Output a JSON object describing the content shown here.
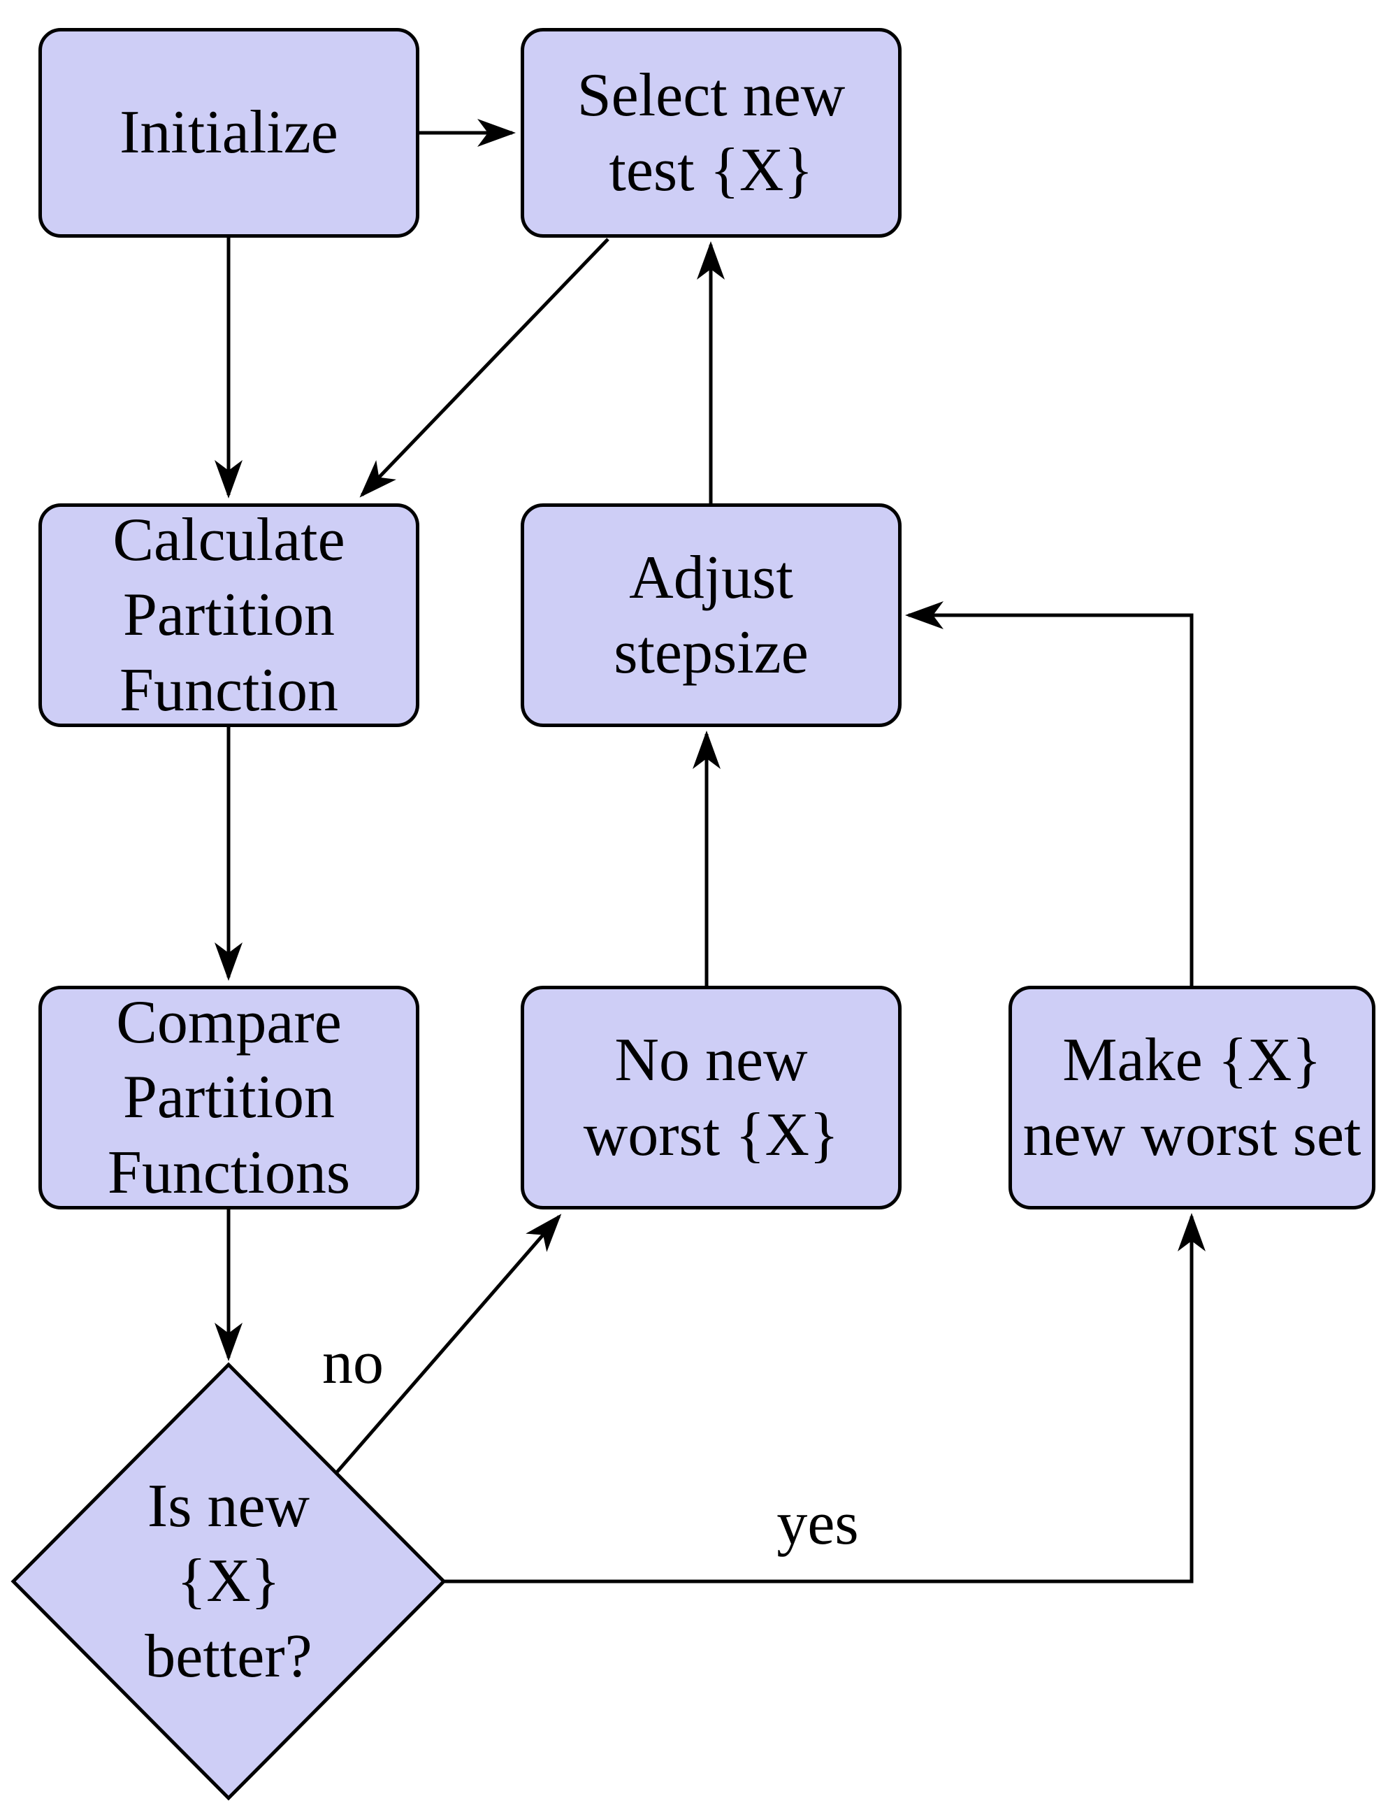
{
  "diagram": {
    "type": "flowchart",
    "colors": {
      "node_fill": "#CECEF6",
      "node_border": "#000000",
      "text": "#000000",
      "background": "#FFFFFF"
    },
    "nodes": {
      "initialize": {
        "label": "Initialize",
        "shape": "rounded-rect"
      },
      "select": {
        "label": "Select new\ntest {X}",
        "shape": "rounded-rect"
      },
      "calculate": {
        "label": "Calculate\nPartition\nFunction",
        "shape": "rounded-rect"
      },
      "adjust": {
        "label": "Adjust\nstepsize",
        "shape": "rounded-rect"
      },
      "compare": {
        "label": "Compare\nPartition\nFunctions",
        "shape": "rounded-rect"
      },
      "no_new_worst": {
        "label": "No new\nworst {X}",
        "shape": "rounded-rect"
      },
      "make_worst": {
        "label": "Make {X}\nnew worst set",
        "shape": "rounded-rect"
      },
      "decision": {
        "label": "Is new\n{X}\nbetter?",
        "shape": "diamond"
      }
    },
    "edges": {
      "labels": {
        "no": "no",
        "yes": "yes"
      }
    }
  }
}
